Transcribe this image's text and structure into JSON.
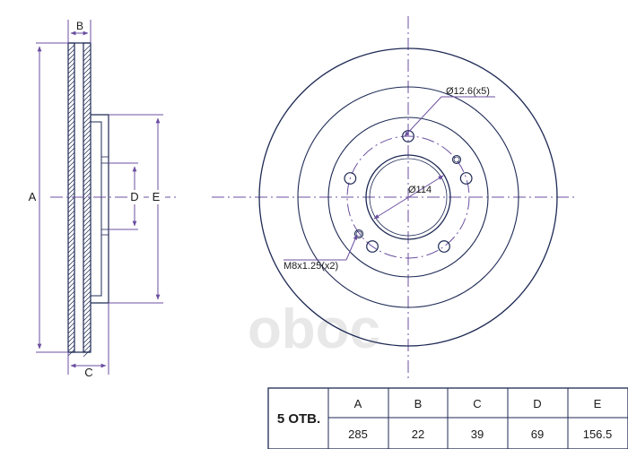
{
  "labels": {
    "A": "A",
    "B": "B",
    "C": "C",
    "D": "D",
    "E": "E",
    "bolt_hole": "Ø12.6(x5)",
    "center_bore": "Ø114",
    "thread": "M8x1.25(x2)"
  },
  "watermark": "oboc",
  "spec_table": {
    "holes_label": "5 ОТВ.",
    "headers": [
      "A",
      "B",
      "C",
      "D",
      "E"
    ],
    "values": [
      "285",
      "22",
      "39",
      "69",
      "156.5"
    ]
  },
  "colors": {
    "line": "#1e2a55",
    "dimension": "#6b4fa0",
    "watermark": "#e6e6e6"
  }
}
